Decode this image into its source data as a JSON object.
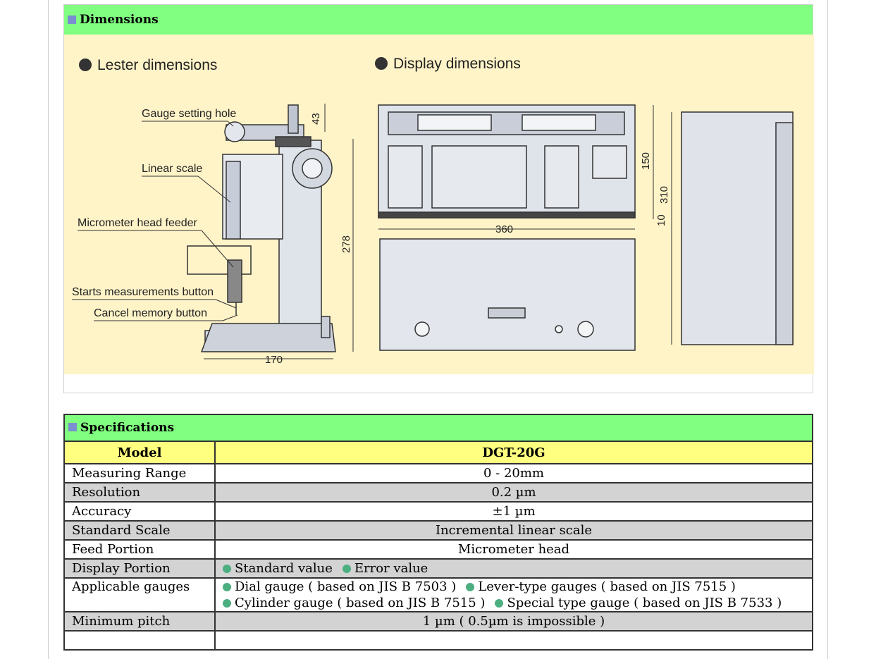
{
  "dimensions": {
    "header": "Dimensions",
    "figure": {
      "tester_title": "Lester dimensions",
      "display_title": "Display dimensions",
      "labels": {
        "gauge_setting_hole": "Gauge setting hole",
        "linear_scale": "Linear scale",
        "micrometer_head_feeder": "Micrometer head feeder",
        "starts_measurements_button": "Starts measurements button",
        "cancel_memory_button": "Cancel memory button"
      },
      "measurements": {
        "tester_top": "43",
        "tester_height": "278",
        "tester_width": "170",
        "display_upper": "150",
        "display_total": "310",
        "display_gap": "10",
        "display_width": "360"
      }
    }
  },
  "specifications": {
    "header": "Specifications",
    "model_label": "Model",
    "model_value": "DGT-20G",
    "rows": [
      {
        "label": "Measuring Range",
        "value": "0 - 20mm"
      },
      {
        "label": "Resolution",
        "value": "0.2 µm"
      },
      {
        "label": "Accuracy",
        "value": "±1 µm"
      },
      {
        "label": "Standard Scale",
        "value": "Incremental linear scale"
      },
      {
        "label": "Feed Portion",
        "value": "Micrometer head"
      }
    ],
    "display_portion": {
      "label": "Display Portion",
      "items": [
        "Standard value",
        "Error value"
      ]
    },
    "applicable_gauges": {
      "label": "Applicable gauges",
      "line1": [
        "Dial gauge ( based on JIS B 7503 )",
        "Lever-type gauges ( based on JIS 7515 )"
      ],
      "line2": [
        "Cylinder gauge ( based on JIS B 7515 )",
        "Special type gauge ( based on JIS B 7533 )"
      ]
    },
    "minimum_pitch": {
      "label": "Minimum pitch",
      "value": "1 µm ( 0.5µm is impossible )"
    }
  },
  "colors": {
    "section_header_bg": "#80ff80",
    "model_row_bg": "#ffff80",
    "figure_bg": "#fff3c8",
    "gray_row_bg": "#d3d3d3",
    "bullet": "#4caf80",
    "header_icon": "#7b8fd0"
  }
}
